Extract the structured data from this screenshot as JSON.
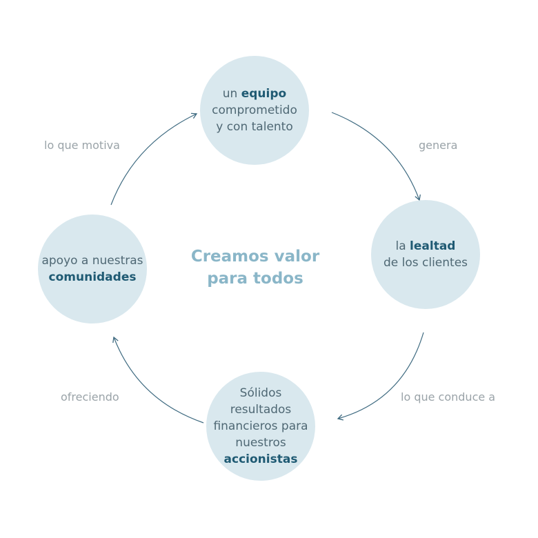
{
  "center_title": {
    "line1": "Creamos valor",
    "line2": "para todos"
  },
  "nodes": {
    "top": {
      "prefix": "un",
      "highlight": "equipo",
      "line2": "comprometido",
      "line3": "y con talento"
    },
    "right": {
      "prefix": "la",
      "highlight": "lealtad",
      "line2": "de los clientes"
    },
    "bottom": {
      "line1": "Sólidos",
      "line2": "resultados",
      "line3": "financieros para",
      "line4": "nuestros",
      "highlight": "accionistas"
    },
    "left": {
      "line1": "apoyo a nuestras",
      "highlight": "comunidades"
    }
  },
  "edges": {
    "top_to_right": "genera",
    "right_to_bottom": "lo que conduce a",
    "bottom_to_left": "ofreciendo",
    "left_to_top": "lo que motiva"
  },
  "colors": {
    "circle_fill": "#d9e8ee",
    "highlight_text": "#1f5a73",
    "body_text": "#4f6874",
    "title_text": "#8ab6c8",
    "label_text": "#9aa3a8",
    "arrow": "#3e6a80"
  }
}
